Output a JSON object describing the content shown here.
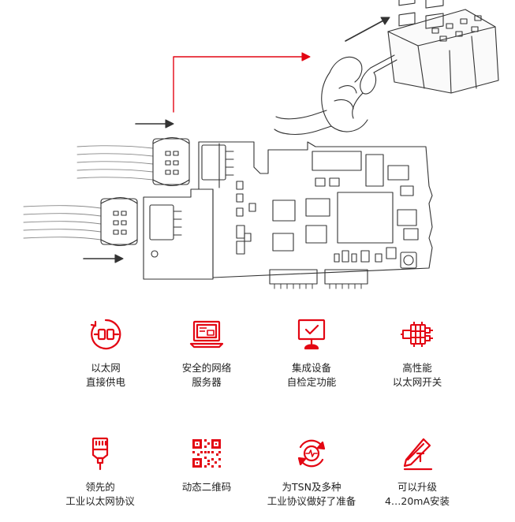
{
  "colors": {
    "accent": "#e30613",
    "line": "#333333",
    "board_fill": "#ffffff"
  },
  "features": [
    {
      "id": "poe",
      "icon": "plug-circle-icon",
      "lines": [
        "以太网",
        "直接供电"
      ]
    },
    {
      "id": "webserver",
      "icon": "laptop-icon",
      "lines": [
        "安全的网络",
        "服务器"
      ]
    },
    {
      "id": "selftest",
      "icon": "monitor-check-icon",
      "lines": [
        "集成设备",
        "自检定功能"
      ]
    },
    {
      "id": "switch",
      "icon": "ethernet-switch-icon",
      "lines": [
        "高性能",
        "以太网开关"
      ]
    },
    {
      "id": "protocol",
      "icon": "rj45-connector-icon",
      "lines": [
        "领先的",
        "工业以太网协议"
      ]
    },
    {
      "id": "qrcode",
      "icon": "qr-code-icon",
      "lines": [
        "动态二维码",
        ""
      ]
    },
    {
      "id": "tsn",
      "icon": "tsn-cycle-icon",
      "lines": [
        "为TSN及多种",
        "工业协议做好了准备"
      ]
    },
    {
      "id": "upgrade",
      "icon": "upgrade-tool-icon",
      "lines": [
        "可以升级",
        "4…20mA安装"
      ]
    }
  ]
}
